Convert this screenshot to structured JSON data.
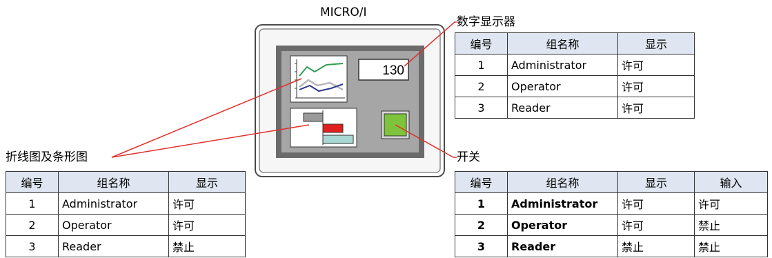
{
  "device_label": "MICRO/I",
  "display_value": "130",
  "callouts": {
    "numeric_display": "数字显示器",
    "charts": "折线图及条形图",
    "switch": "开关"
  },
  "table_numeric": {
    "headers": [
      "编号",
      "组名称",
      "显示"
    ],
    "rows": [
      [
        "1",
        "Administrator",
        "许可"
      ],
      [
        "2",
        "Operator",
        "许可"
      ],
      [
        "3",
        "Reader",
        "许可"
      ]
    ]
  },
  "table_charts": {
    "headers": [
      "编号",
      "组名称",
      "显示"
    ],
    "rows": [
      [
        "1",
        "Administrator",
        "许可"
      ],
      [
        "2",
        "Operator",
        "许可"
      ],
      [
        "3",
        "Reader",
        "禁止"
      ]
    ]
  },
  "table_switch": {
    "headers": [
      "编号",
      "组名称",
      "显示",
      "输入"
    ],
    "rows": [
      [
        "1",
        "Administrator",
        "许可",
        "许可"
      ],
      [
        "2",
        "Operator",
        "许可",
        "禁止"
      ],
      [
        "3",
        "Reader",
        "禁止",
        "禁止"
      ]
    ]
  },
  "colors": {
    "header_bg": "#dfe6f1",
    "callout_line": "#e0302b",
    "switch_green": "#7ec33c",
    "bar_red": "#e02020",
    "bar_teal": "#a9d7d3",
    "bar_gray": "#9a9a9a"
  }
}
